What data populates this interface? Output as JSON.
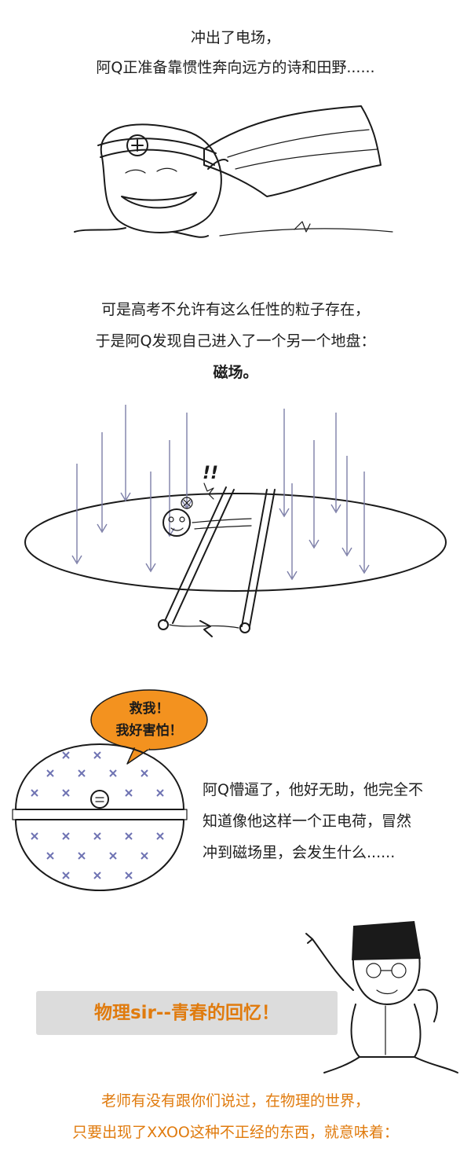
{
  "panel1": {
    "line1": "冲出了电场，",
    "line2": "阿Q正准备靠惯性奔向远方的诗和田野......"
  },
  "panel2": {
    "line1": "可是高考不允许有这么任性的粒子存在，",
    "line2": "于是阿Q发现自己进入了一个另一个地盘：",
    "line3": "磁场。",
    "exclaim": "!!"
  },
  "panel3": {
    "bubble_line1": "救我！",
    "bubble_line2": "我好害怕！",
    "text_line1": "阿Q懵逼了，他好无助，他完全不",
    "text_line2": "知道像他这样一个正电荷，冒然",
    "text_line3": "冲到磁场里，会发生什么......"
  },
  "banner": {
    "label": "物理sir--青春的回忆！"
  },
  "footer": {
    "line1": "老师有没有跟你们说过，在物理的世界，",
    "line2": "只要出现了XXOO这种不正经的东西，就意味着："
  },
  "colors": {
    "accent": "#e07b0e",
    "bubble": "#f3921f",
    "field_arrow": "#7d7fa8",
    "field_x": "#6f73b3",
    "banner_bg": "#dcdcdc"
  }
}
